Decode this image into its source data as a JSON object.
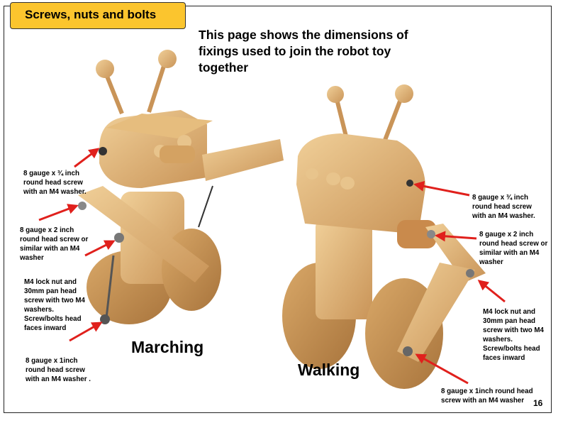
{
  "header": {
    "title": "Screws, nuts and bolts"
  },
  "intro": "This page shows the dimensions of fixings used to join the robot toy together",
  "marching": {
    "caption": "Marching",
    "labels": [
      [
        "8 gauge x ¾ inch",
        "round head screw",
        "with an M4 washer."
      ],
      [
        "8 gauge x 2 inch",
        "round head screw or",
        "similar with an M4",
        "washer"
      ],
      [
        "M4 lock nut and",
        "30mm pan head",
        "screw with two M4",
        "washers.",
        "Screw/bolts head",
        "faces inward"
      ],
      [
        "8 gauge x 1inch",
        "round head screw",
        "with an M4 washer ."
      ]
    ]
  },
  "walking": {
    "caption": "Walking",
    "labels": [
      [
        "8 gauge x ¾ inch",
        "round head screw",
        "with an M4 washer."
      ],
      [
        "8 gauge x 2 inch",
        "round head screw or",
        "similar with an M4",
        "washer"
      ],
      [
        "M4 lock nut and",
        "30mm pan head",
        "screw with two M4",
        "washers.",
        "Screw/bolts head",
        "faces inward"
      ],
      [
        "8 gauge x 1inch round head",
        "screw with an M4 washer"
      ]
    ]
  },
  "page_number": "16",
  "colors": {
    "title_bg": "#fbc52e",
    "arrow": "#e0201c",
    "wood": "#e3b878",
    "wood_dark": "#b8844a"
  }
}
